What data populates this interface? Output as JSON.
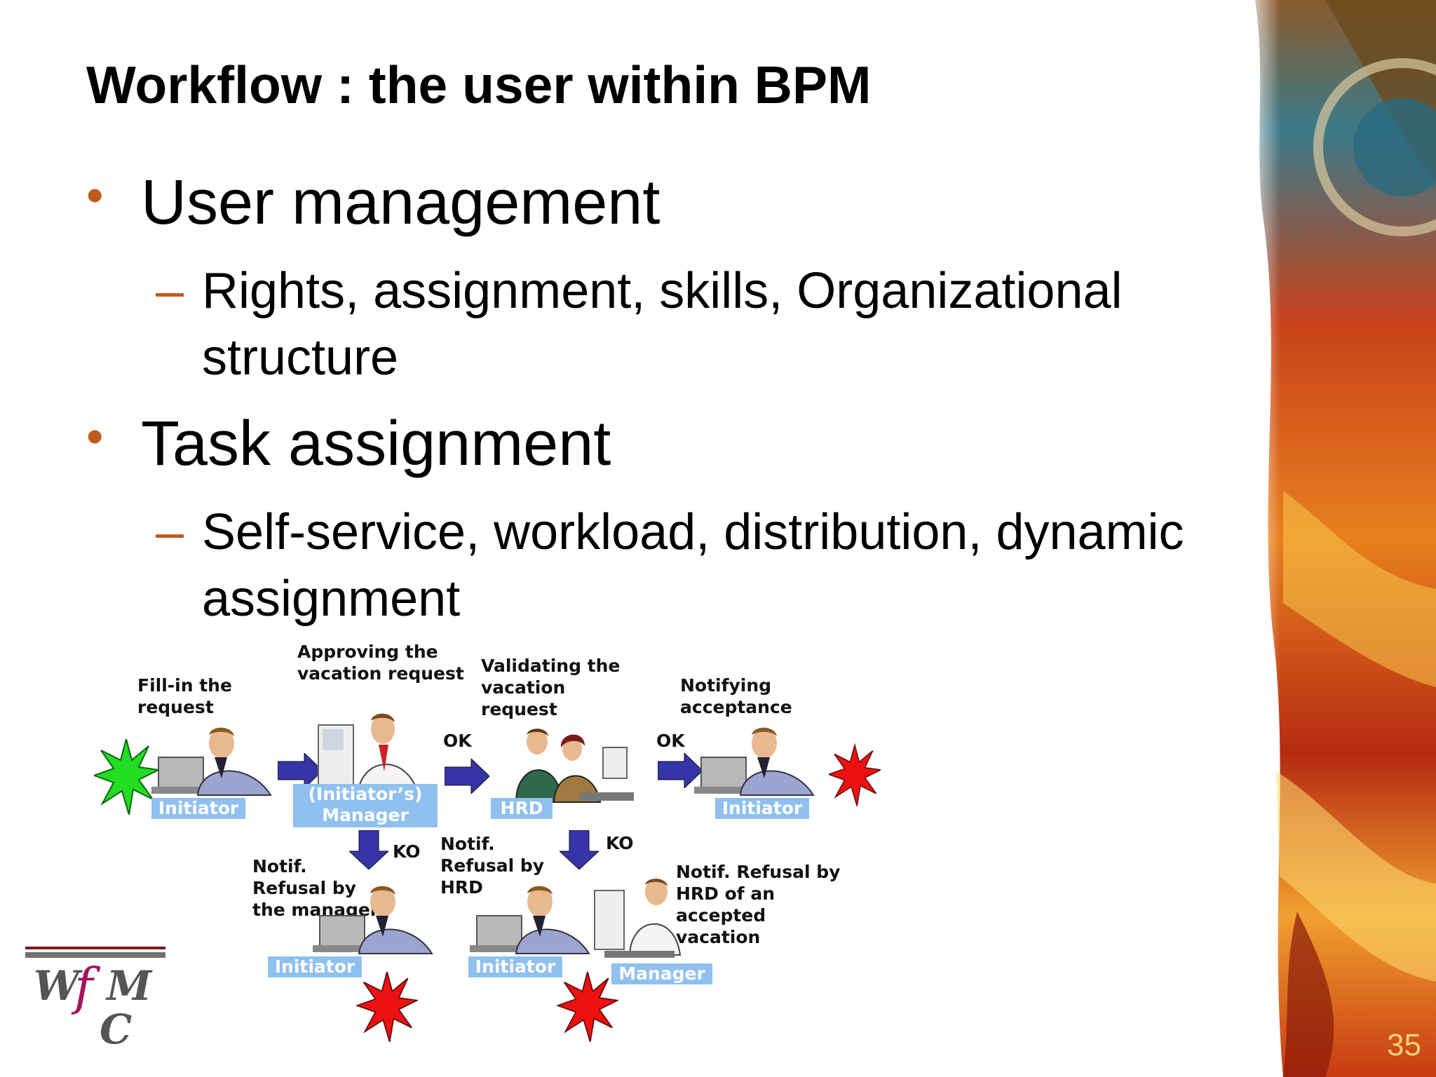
{
  "slide": {
    "title": "Workflow : the user within BPM",
    "bullets": [
      {
        "text": "User management",
        "sub": [
          "Rights, assignment, skills, Organizational",
          "structure"
        ]
      },
      {
        "text": "Task assignment",
        "sub": [
          "Self-service, workload, distribution, dynamic",
          "assignment"
        ]
      }
    ],
    "page_number": "35"
  },
  "diagram": {
    "labels": {
      "fill_in": "Fill-in the\nrequest",
      "approving": "Approving the\nvacation request",
      "validating": "Validating the\nvacation\nrequest",
      "notifying": "Notifying\nacceptance",
      "notif_manager": "Notif.\nRefusal by\nthe manager",
      "notif_hrd": "Notif.\nRefusal by\nHRD",
      "notif_hrd_accepted": "Notif. Refusal by\nHRD of an\naccepted\nvacation"
    },
    "roles": {
      "initiator_1": "Initiator",
      "manager_1": "(Initiator’s)\nManager",
      "hrd": "HRD",
      "initiator_2": "Initiator",
      "initiator_3": "Initiator",
      "initiator_4": "Initiator",
      "manager_2": "Manager"
    },
    "flow": {
      "ok_1": "OK",
      "ok_2": "OK",
      "ko_1": "KO",
      "ko_2": "KO"
    }
  },
  "logo": {
    "name": "WfMC"
  },
  "colors": {
    "bullet_accent": "#c05a1c",
    "role_box": "#8fc0ee",
    "arrow": "#3535a8",
    "start_star": "#22dd22",
    "end_star": "#ee1111"
  }
}
